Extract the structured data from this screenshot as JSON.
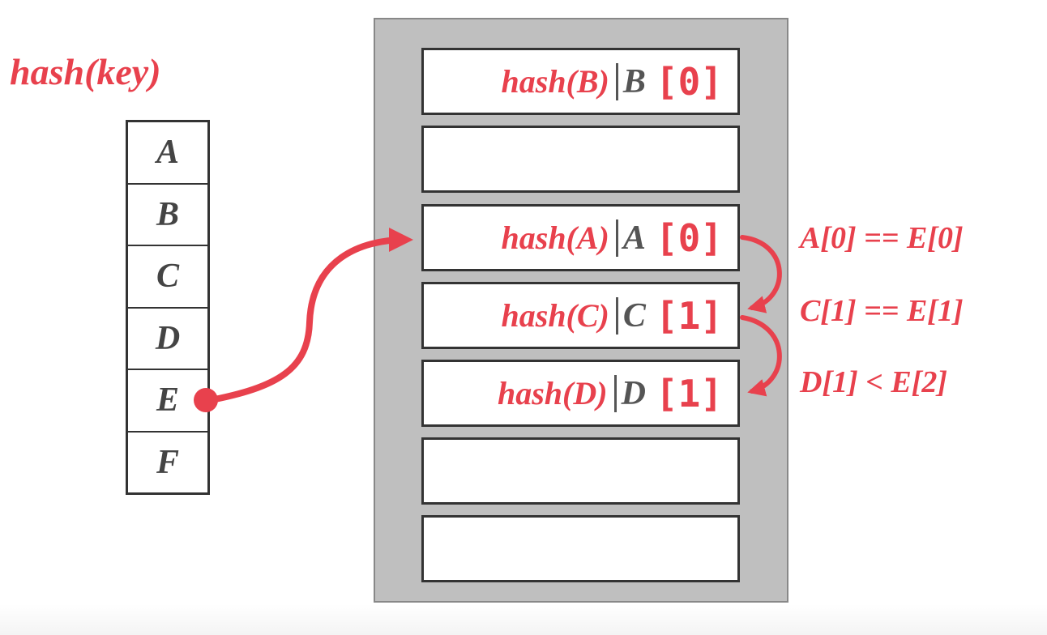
{
  "title": "hash(key)",
  "keys": [
    "A",
    "B",
    "C",
    "D",
    "E",
    "F"
  ],
  "slots": [
    {
      "hash": "hash(B)",
      "key": "B",
      "index": "[0]"
    },
    {
      "hash": "",
      "key": "",
      "index": ""
    },
    {
      "hash": "hash(A)",
      "key": "A",
      "index": "[0]"
    },
    {
      "hash": "hash(C)",
      "key": "C",
      "index": "[1]"
    },
    {
      "hash": "hash(D)",
      "key": "D",
      "index": "[1]"
    },
    {
      "hash": "",
      "key": "",
      "index": ""
    },
    {
      "hash": "",
      "key": "",
      "index": ""
    }
  ],
  "comparisons": [
    "A[0] == E[0]",
    "C[1] == E[1]",
    "D[1] < E[2]"
  ],
  "colors": {
    "accent": "#e8414d",
    "text": "#444444",
    "table_bg": "#bfbfbf"
  }
}
